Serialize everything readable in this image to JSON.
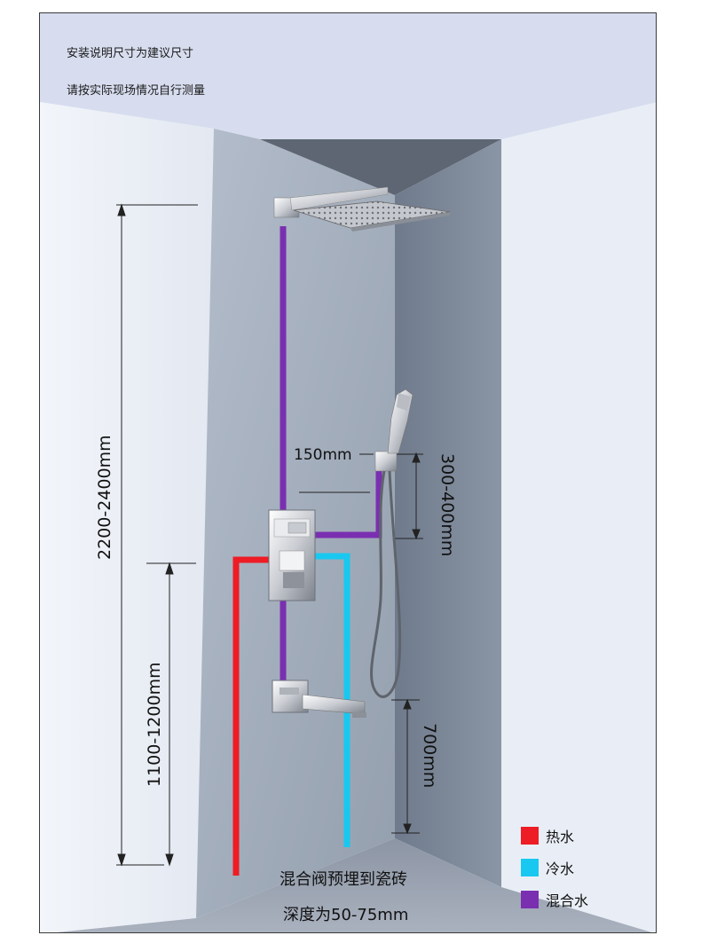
{
  "notes": {
    "line1": "安装说明尺寸为建议尺寸",
    "line2": "请按实际现场情况自行测量"
  },
  "dimensions": {
    "total_height": "2200-2400mm",
    "valve_height": "1100-1200mm",
    "handshower_offset": "150mm",
    "handshower_bracket": "300-400mm",
    "spout_height": "700mm"
  },
  "captions": {
    "embed_note": "混合阀预埋到瓷砖",
    "depth_note": "深度为50-75mm"
  },
  "legend": [
    {
      "label": "热水",
      "color": "#ee1c25",
      "icon": "hot-water-swatch"
    },
    {
      "label": "冷水",
      "color": "#18c8f0",
      "icon": "cold-water-swatch"
    },
    {
      "label": "混合水",
      "color": "#7a2fb0",
      "icon": "mixed-water-swatch"
    }
  ],
  "colors": {
    "hot_pipe": "#ee1c25",
    "cold_pipe": "#18c8f0",
    "mixed_pipe": "#7a2fb0",
    "back_wall": "#a3adbc",
    "side_wall": "#7d8898",
    "ceiling": "#d8dff0"
  }
}
